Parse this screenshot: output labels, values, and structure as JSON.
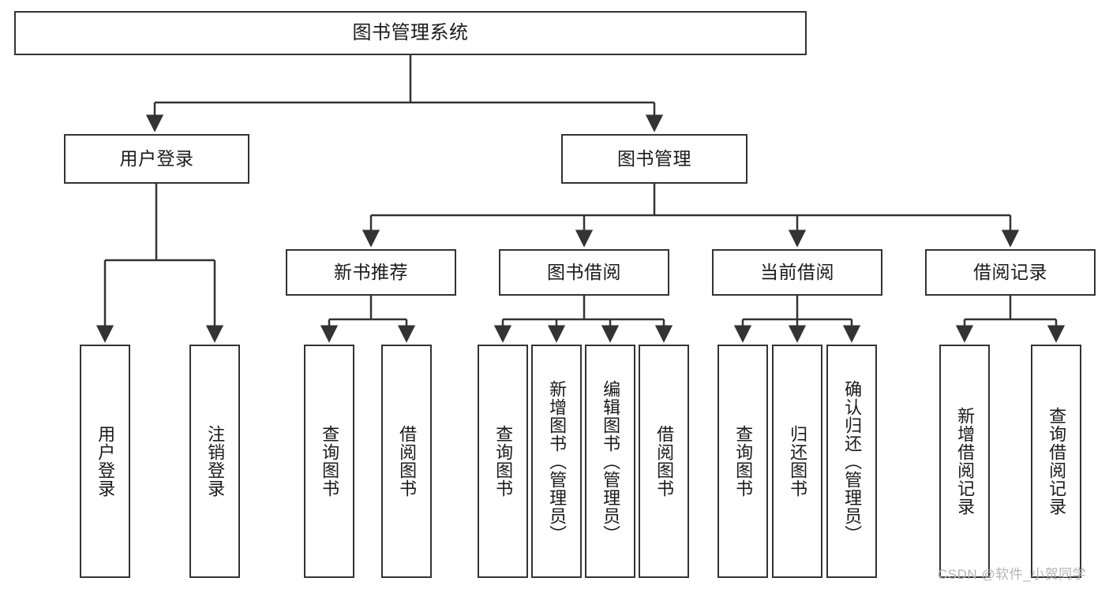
{
  "diagram": {
    "type": "tree-hierarchy",
    "title": "图书管理系统",
    "root": {
      "label": "图书管理系统"
    },
    "level2": [
      {
        "id": "user-login",
        "label": "用户登录"
      },
      {
        "id": "book-manage",
        "label": "图书管理"
      }
    ],
    "level3": [
      {
        "id": "new-book-recommend",
        "label": "新书推荐"
      },
      {
        "id": "book-borrow",
        "label": "图书借阅"
      },
      {
        "id": "current-borrow",
        "label": "当前借阅"
      },
      {
        "id": "borrow-record",
        "label": "借阅记录"
      }
    ],
    "leaves": [
      {
        "id": "leaf-user-login",
        "label": "用户登录",
        "parent": "user-login"
      },
      {
        "id": "leaf-user-logout",
        "label": "注销登录",
        "parent": "user-login"
      },
      {
        "id": "leaf-query-book-1",
        "label": "查询图书",
        "parent": "new-book-recommend"
      },
      {
        "id": "leaf-borrow-book-1",
        "label": "借阅图书",
        "parent": "new-book-recommend"
      },
      {
        "id": "leaf-query-book-2",
        "label": "查询图书",
        "parent": "book-borrow"
      },
      {
        "id": "leaf-add-book",
        "label": "新增图书（管理员）",
        "parent": "book-borrow"
      },
      {
        "id": "leaf-edit-book",
        "label": "编辑图书（管理员）",
        "parent": "book-borrow"
      },
      {
        "id": "leaf-borrow-book-2",
        "label": "借阅图书",
        "parent": "book-borrow"
      },
      {
        "id": "leaf-query-book-3",
        "label": "查询图书",
        "parent": "current-borrow"
      },
      {
        "id": "leaf-return-book",
        "label": "归还图书",
        "parent": "current-borrow"
      },
      {
        "id": "leaf-confirm-return",
        "label": "确认归还（管理员）",
        "parent": "current-borrow"
      },
      {
        "id": "leaf-add-record",
        "label": "新增借阅记录",
        "parent": "borrow-record"
      },
      {
        "id": "leaf-query-record",
        "label": "查询借阅记录",
        "parent": "borrow-record"
      }
    ],
    "colors": {
      "stroke": "#333333",
      "box_fill": "#ffffff",
      "text": "#1a1a1a",
      "watermark": "#b4b4b4",
      "background": "#ffffff"
    }
  },
  "watermark": {
    "text": "CSDN @软件_小贺同学"
  }
}
